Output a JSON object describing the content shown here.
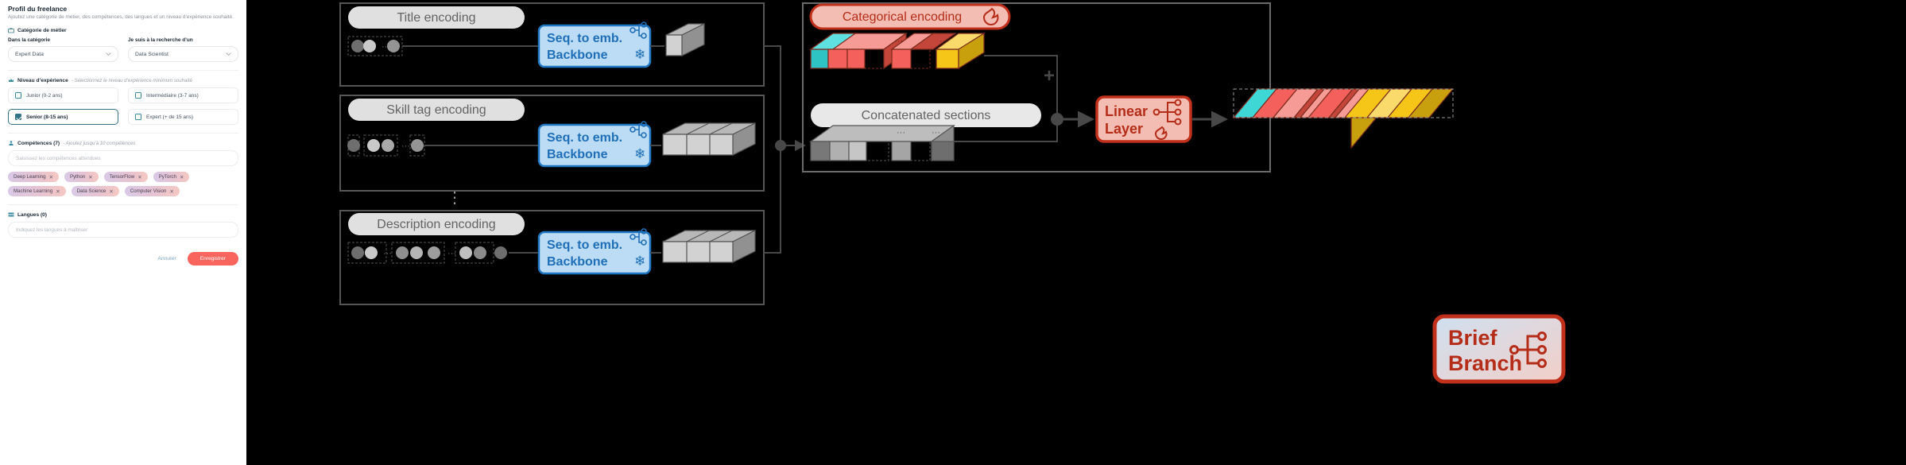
{
  "form": {
    "title": "Profil du freelance",
    "subtitle": "Ajoutez une catégorie de métier, des compétences, des langues et un niveau d’expérience souhaité.",
    "category_section": {
      "icon": "briefcase-icon",
      "title": "Catégorie de métier",
      "fields": [
        {
          "label": "Dans la catégorie",
          "value": "Expert Data"
        },
        {
          "label": "Je suis à la recherche d’un",
          "value": "Data Scientist"
        }
      ]
    },
    "experience_section": {
      "icon": "crown-icon",
      "title": "Niveau d’expérience",
      "note": "- Sélectionnez le niveau d’expérience minimum souhaité",
      "options": [
        {
          "label": "Junior (0-2 ans)",
          "checked": false
        },
        {
          "label": "Intermédiaire (3-7 ans)",
          "checked": false
        },
        {
          "label": "Senior (8-15 ans)",
          "checked": true
        },
        {
          "label": "Expert (+ de 15 ans)",
          "checked": false
        }
      ]
    },
    "skills_section": {
      "icon": "person-icon",
      "title": "Compétences (7)",
      "note": "- Ajoutez jusqu’à 10 compétences",
      "placeholder": "Saisissez les compétences attendues",
      "tags": [
        "Deep Learning",
        "Python",
        "TensorFlow",
        "PyTorch",
        "Machine Learning",
        "Data Science",
        "Computer Vision"
      ],
      "remove_glyph": "✕"
    },
    "languages_section": {
      "icon": "keyboard-icon",
      "title": "Langues (0)",
      "placeholder": "Indiquez les langues à maîtriser"
    },
    "footer": {
      "cancel": "Annuler",
      "save": "Enregistrer"
    },
    "colors": {
      "accent": "#2f7384",
      "save": "#f9645c",
      "link": "#7fa8c4"
    }
  },
  "diagram": {
    "branch_title": "Brief Branch",
    "backbone_label_line1": "Seq. to emb.",
    "backbone_label_line2": "Backbone",
    "linear_label_line1": "Linear",
    "linear_label_line2": "Layer",
    "frozen_icon": "snowflake-icon",
    "trainable_icon": "flame-icon",
    "network_icon": "network-icon",
    "plus_symbol": "+",
    "ellipsis_vertical": "⋮",
    "encoders": [
      {
        "title": "Title encoding",
        "tokens": 3
      },
      {
        "title": "Skill tag encoding",
        "tokens": 4
      },
      {
        "title": "Description encoding",
        "tokens": 8
      }
    ],
    "categorical_title": "Categorical encoding",
    "concat_title": "Concatenated sections",
    "colors": {
      "backbone_fill": "#bcdcf5",
      "backbone_stroke": "#1f77c4",
      "backbone_text": "#1f6fb8",
      "categorical_fill": "#f4bdb4",
      "categorical_stroke": "#c0301b",
      "categorical_text": "#b52d18",
      "grey_pill": "#e0e0e0",
      "grey_pill_text": "#636363",
      "teal": "#2ec4c4",
      "salmon": "#f4615c",
      "yellow": "#f5c518",
      "edge": "#484848"
    }
  }
}
